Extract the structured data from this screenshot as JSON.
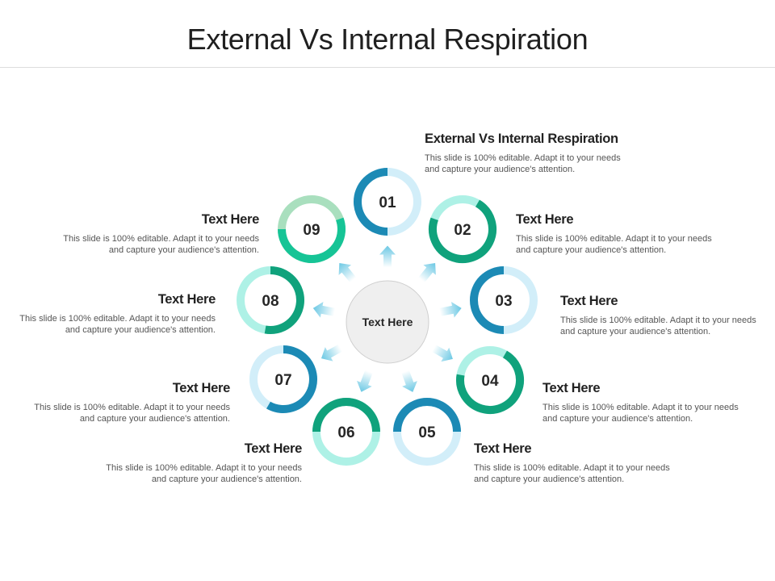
{
  "title": "External Vs Internal Respiration",
  "center_label": "Text Here",
  "colors": {
    "ring_light_blue": "#d2eef9",
    "ring_blue": "#1c8ab5",
    "ring_light_teal": "#aef1e6",
    "ring_teal": "#10a27c",
    "ring_mint": "#16c496",
    "ring_sage": "#a9dfbe",
    "center_fill": "#efefef",
    "arrow": "#63c5e2"
  },
  "steps": [
    {
      "number": "01",
      "heading": "External Vs Internal Respiration",
      "body": "This slide is 100% editable. Adapt it to your needs and capture your audience's attention."
    },
    {
      "number": "02",
      "heading": "Text Here",
      "body": "This slide is 100% editable. Adapt it to your needs and capture your audience's attention."
    },
    {
      "number": "03",
      "heading": "Text Here",
      "body": "This slide is 100% editable. Adapt it to your needs and capture your audience's attention."
    },
    {
      "number": "04",
      "heading": "Text Here",
      "body": "This slide is 100% editable. Adapt it to your needs and capture your audience's attention."
    },
    {
      "number": "05",
      "heading": "Text Here",
      "body": "This slide is 100% editable. Adapt it to your needs and capture your audience's attention."
    },
    {
      "number": "06",
      "heading": "Text Here",
      "body": "This slide is 100% editable. Adapt it to your needs and capture your audience's attention."
    },
    {
      "number": "07",
      "heading": "Text Here",
      "body": "This slide is 100% editable. Adapt it to your needs and capture your audience's attention."
    },
    {
      "number": "08",
      "heading": "Text Here",
      "body": "This slide is 100% editable. Adapt it to your needs and capture your audience's attention."
    },
    {
      "number": "09",
      "heading": "Text Here",
      "body": "This slide is 100% editable. Adapt it to your needs and capture your audience's attention."
    }
  ]
}
